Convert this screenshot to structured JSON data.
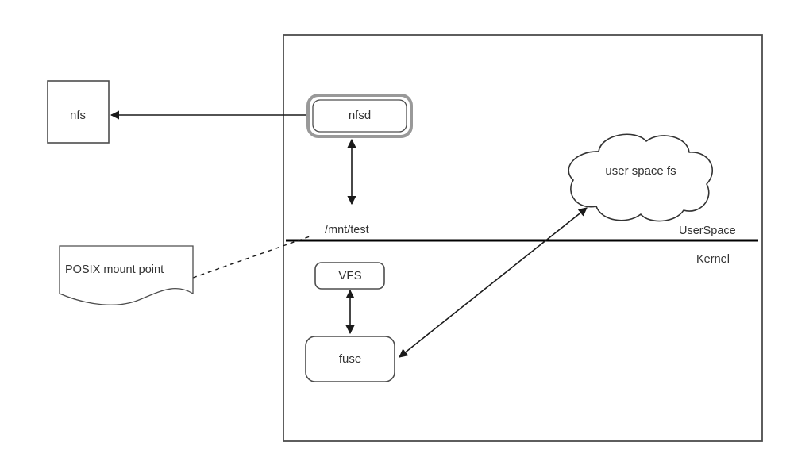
{
  "diagram": {
    "title": "NFS over FUSE user space filesystem diagram",
    "colors": {
      "shape_stroke": "#4d4d4d",
      "outer_stroke": "#999999",
      "text": "#333333",
      "connector": "#1a1a1a",
      "background": "#ffffff"
    },
    "nodes": [
      {
        "id": "nfs",
        "label": "nfs",
        "shape": "rectangle"
      },
      {
        "id": "nfsd",
        "label": "nfsd",
        "shape": "double-rounded-rectangle"
      },
      {
        "id": "vfs",
        "label": "VFS",
        "shape": "rounded-rectangle"
      },
      {
        "id": "fuse",
        "label": "fuse",
        "shape": "rounded-rectangle"
      },
      {
        "id": "user-space-fs",
        "label": "user space fs",
        "shape": "cloud"
      },
      {
        "id": "posix-mount-point",
        "label": "POSIX mount point",
        "shape": "document"
      }
    ],
    "labels": [
      {
        "id": "mount-path",
        "text": "/mnt/test"
      },
      {
        "id": "user-space-zone",
        "text": "UserSpace"
      },
      {
        "id": "kernel-zone",
        "text": "Kernel"
      }
    ],
    "edges": [
      {
        "id": "nfsd-to-nfs",
        "from": "nfsd",
        "to": "nfs",
        "style": "solid",
        "arrows": "single"
      },
      {
        "id": "nfsd-to-mount",
        "from": "nfsd",
        "to": "mount-path",
        "style": "solid",
        "arrows": "double"
      },
      {
        "id": "vfs-to-fuse",
        "from": "vfs",
        "to": "fuse",
        "style": "solid",
        "arrows": "double"
      },
      {
        "id": "fuse-to-user-space-fs",
        "from": "fuse",
        "to": "user-space-fs",
        "style": "solid",
        "arrows": "double"
      },
      {
        "id": "posix-to-mount",
        "from": "posix-mount-point",
        "to": "mount-path",
        "style": "dashed",
        "arrows": "none"
      }
    ]
  }
}
